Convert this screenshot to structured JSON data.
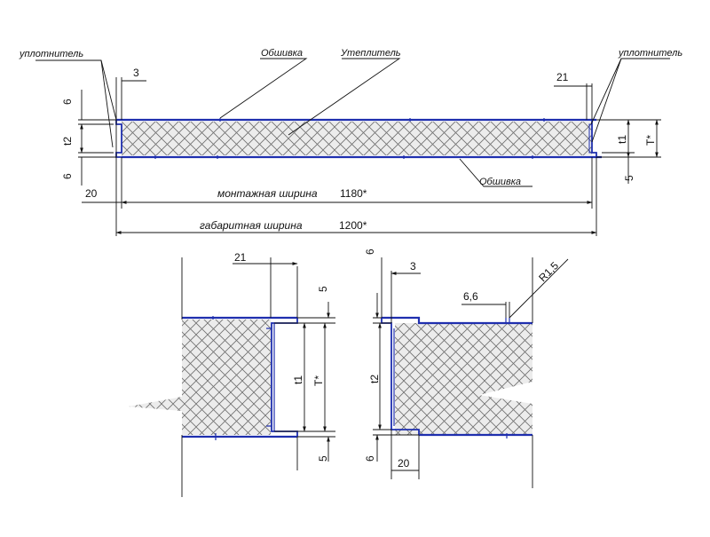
{
  "colors": {
    "skin": "#1f2fae",
    "line": "#111111",
    "hatch": "#6f6f6f",
    "core_bg": "#ececec"
  },
  "labels": {
    "seal_left": "уплотнитель",
    "seal_right": "уплотнитель",
    "skin_top": "Обшивка",
    "insulation": "Утеплитель",
    "skin_bottom": "Обшивка",
    "mount_width": "монтажная ширина",
    "mount_value": "1180*",
    "overall_width": "габаритная ширина",
    "overall_value": "1200*"
  },
  "dims_top": {
    "d3": "3",
    "d21": "21",
    "d6a": "6",
    "t2": "t2",
    "d6b": "6",
    "d20": "20",
    "t1": "t1",
    "T": "T*",
    "d5": "5"
  },
  "detail_left": {
    "d21": "21",
    "d5a": "5",
    "t1": "t1",
    "T": "T*",
    "d5b": "5"
  },
  "detail_right": {
    "d6a": "6",
    "d3": "3",
    "r": "R1,5",
    "d66": "6,6",
    "t2": "t2",
    "d6b": "6",
    "d20": "20"
  }
}
